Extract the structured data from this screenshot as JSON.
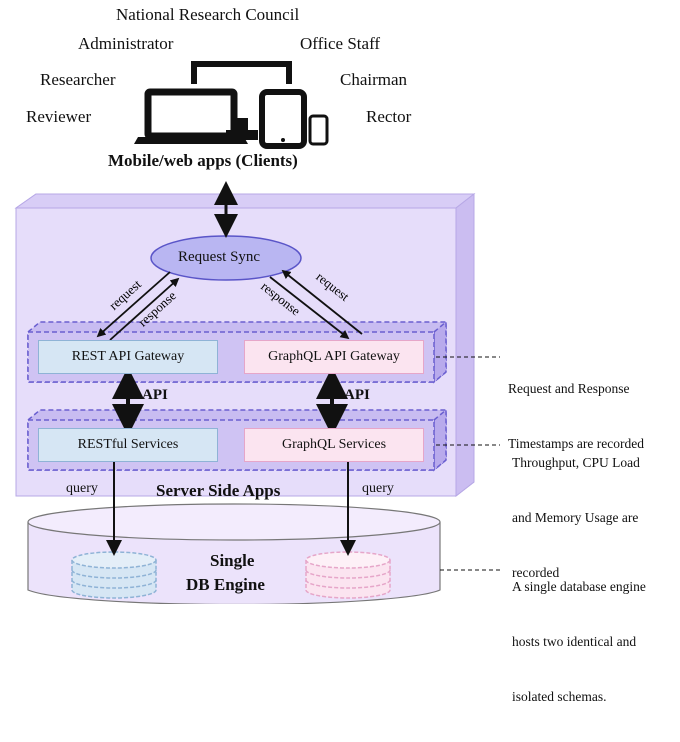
{
  "roles": {
    "top": "National Research Council",
    "administrator": "Administrator",
    "office_staff": "Office Staff",
    "researcher": "Researcher",
    "chairman": "Chairman",
    "reviewer": "Reviewer",
    "rector": "Rector"
  },
  "clients_label": "Mobile/web apps (Clients)",
  "request_sync": "Request Sync",
  "arrows": {
    "request": "request",
    "response": "response",
    "api": "API",
    "query": "query"
  },
  "gateways": {
    "rest": "REST API Gateway",
    "graphql": "GraphQL API Gateway"
  },
  "services": {
    "rest": "RESTful Services",
    "graphql": "GraphQL Services"
  },
  "server_label": "Server Side Apps",
  "db_label": [
    "Single",
    "DB Engine"
  ],
  "notes": {
    "gateway": [
      "Request and Response",
      "Timestamps are recorded"
    ],
    "services": [
      "Throughput, CPU Load",
      "and Memory Usage are",
      "recorded"
    ],
    "db": [
      "A single database engine",
      "hosts two identical and",
      "isolated schemas."
    ]
  },
  "colors": {
    "server_fill": "#e6ddfa",
    "tier_fill": "#cfc3f3",
    "blue_box": "#d6e6f4",
    "pink_box": "#fbe4f0",
    "db_fill": "#ece3fb"
  }
}
